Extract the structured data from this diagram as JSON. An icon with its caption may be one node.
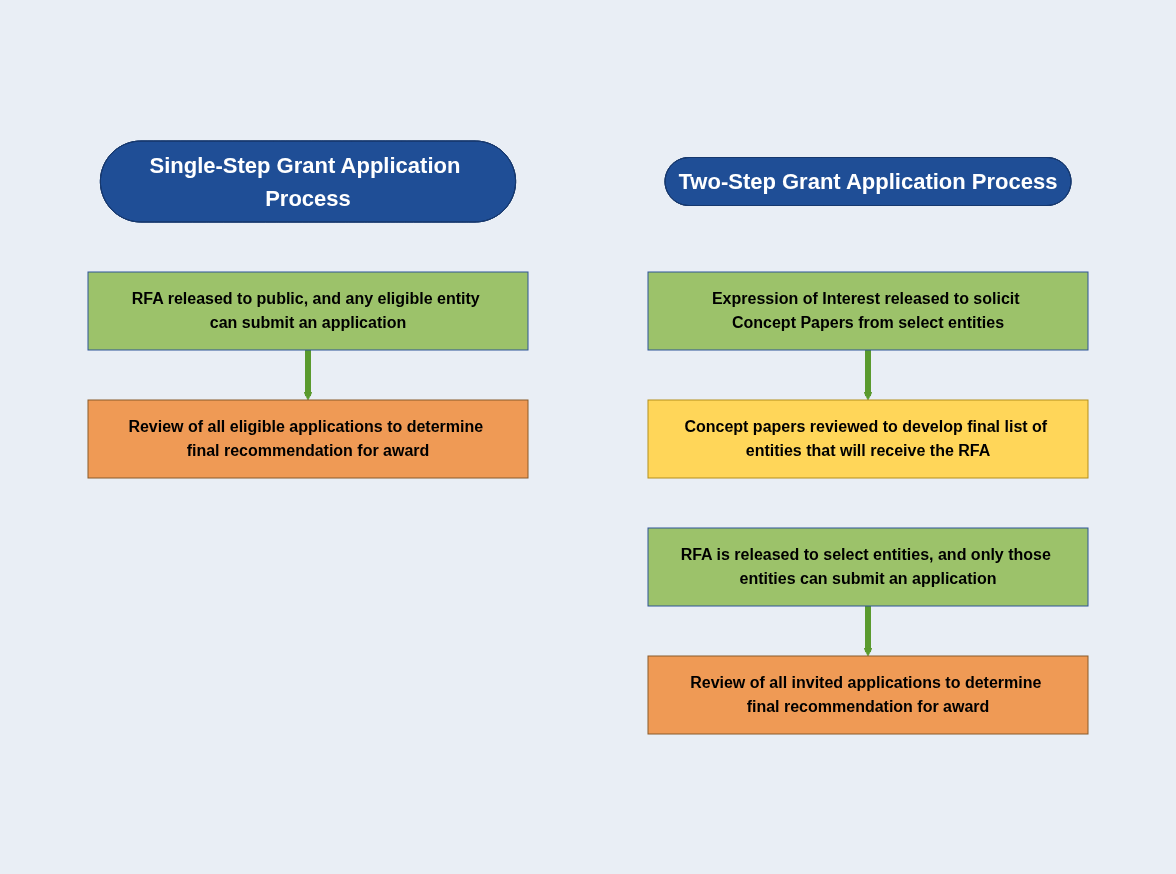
{
  "diagram": {
    "nodes": [
      {
        "text": [
          "Single-Step Grant Application Process"
        ]
      },
      {
        "text": [
          "RFA released to public, and any eligible entity can submit an application"
        ]
      },
      {
        "text": [
          "Review of all eligible applications to determine final recommendation for award"
        ]
      },
      {
        "text": [
          "Two-Step Grant Application Process"
        ]
      },
      {
        "text": [
          "Expression of Interest released to solicit Concept Papers from select entities"
        ]
      },
      {
        "text": [
          "Concept papers reviewed to develop final list of entities that will receive the RFA"
        ]
      },
      {
        "text": [
          "RFA is released to select entities, and only those entities can submit an application"
        ]
      },
      {
        "text": [
          "Review of all invited applications to determine final recommendation for award"
        ]
      }
    ],
    "edges": [
      {
        "from": 1,
        "to": 2,
        "arrow": "to"
      },
      {
        "from": 4,
        "to": 5,
        "arrow": "to"
      },
      {
        "from": 6,
        "to": 7,
        "arrow": "to"
      }
    ]
  }
}
